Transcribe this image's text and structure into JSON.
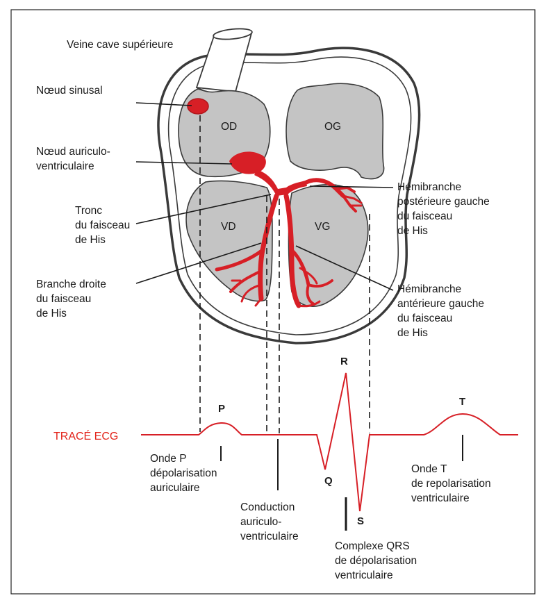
{
  "labels": {
    "vcs": "Veine cave supérieure",
    "sinus": "Nœud sinusal",
    "av": "Nœud auriculo-\nventriculaire",
    "tronc": "Tronc\ndu faisceau\nde His",
    "branche_d": "Branche droite\ndu faisceau\nde His",
    "hemi_post": "Hémibranche\npostérieure gauche\ndu faisceau\nde His",
    "hemi_ant": "Hémibranche\nantérieure gauche\ndu faisceau\nde His"
  },
  "chambers": {
    "od": "OD",
    "og": "OG",
    "vd": "VD",
    "vg": "VG"
  },
  "ecg": {
    "title": "TRACÉ ECG",
    "waves": {
      "p": "P",
      "q": "Q",
      "r": "R",
      "s": "S",
      "t": "T"
    },
    "onde_p": "Onde P\ndépolarisation\nauriculaire",
    "conduction": "Conduction\nauriculo-\nventriculaire",
    "qrs": "Complexe QRS\nde dépolarisation\nventriculaire",
    "onde_t": "Onde T\nde repolarisation\nventriculaire"
  },
  "colors": {
    "conduction": "#d71f26",
    "chamber_fill": "#c4c4c4",
    "outline": "#3a3a3a",
    "ecg_title": "#e2231a"
  }
}
